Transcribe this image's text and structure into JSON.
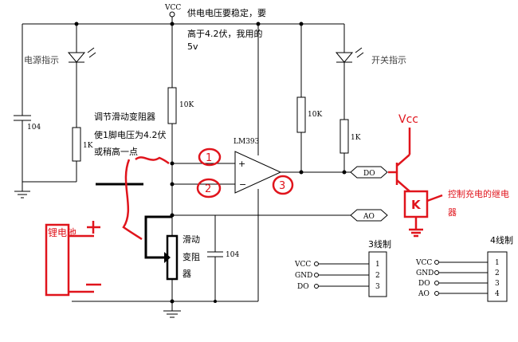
{
  "labels": {
    "vcc": "VCC",
    "note_vcc": [
      "供电电压要稳定，要",
      "高于4.2伏，我用的",
      "5v"
    ],
    "power_led": "电源指示",
    "switch_led": "开关指示",
    "cap_left": "104",
    "res_power_led": "1K",
    "res_top_mid": "10K",
    "res_right_10k": "10K",
    "res_right_1k": "1K",
    "note_adjust": [
      "调节滑动变阻器",
      "使1脚电压为4.2伏",
      "或稍高一点"
    ],
    "comparator": "LM393",
    "plus": "+",
    "minus": "−",
    "do_label": "DO",
    "ao_label": "AO",
    "slider": [
      "滑动",
      "变阻",
      "器"
    ],
    "cap_mid": "104",
    "connector3_title": "3线制",
    "connector4_title": "4线制",
    "conn3_pins": [
      "VCC",
      "GND",
      "DO"
    ],
    "conn3_nums": [
      "1",
      "2",
      "3"
    ],
    "conn4_pins": [
      "VCC",
      "GND",
      "DO",
      "AO"
    ],
    "conn4_nums": [
      "1",
      "2",
      "3",
      "4"
    ]
  },
  "annotations": {
    "battery": "锂电池",
    "battery_plus": "+",
    "battery_minus": "−",
    "vcc_hand": "Vcc",
    "circle1": "1",
    "circle2": "2",
    "circle3": "3",
    "relay_k": "K",
    "relay_note": [
      "控制充电的继电",
      "器"
    ]
  },
  "colors": {
    "annotation": "#e0141c",
    "wire": "#000000"
  }
}
